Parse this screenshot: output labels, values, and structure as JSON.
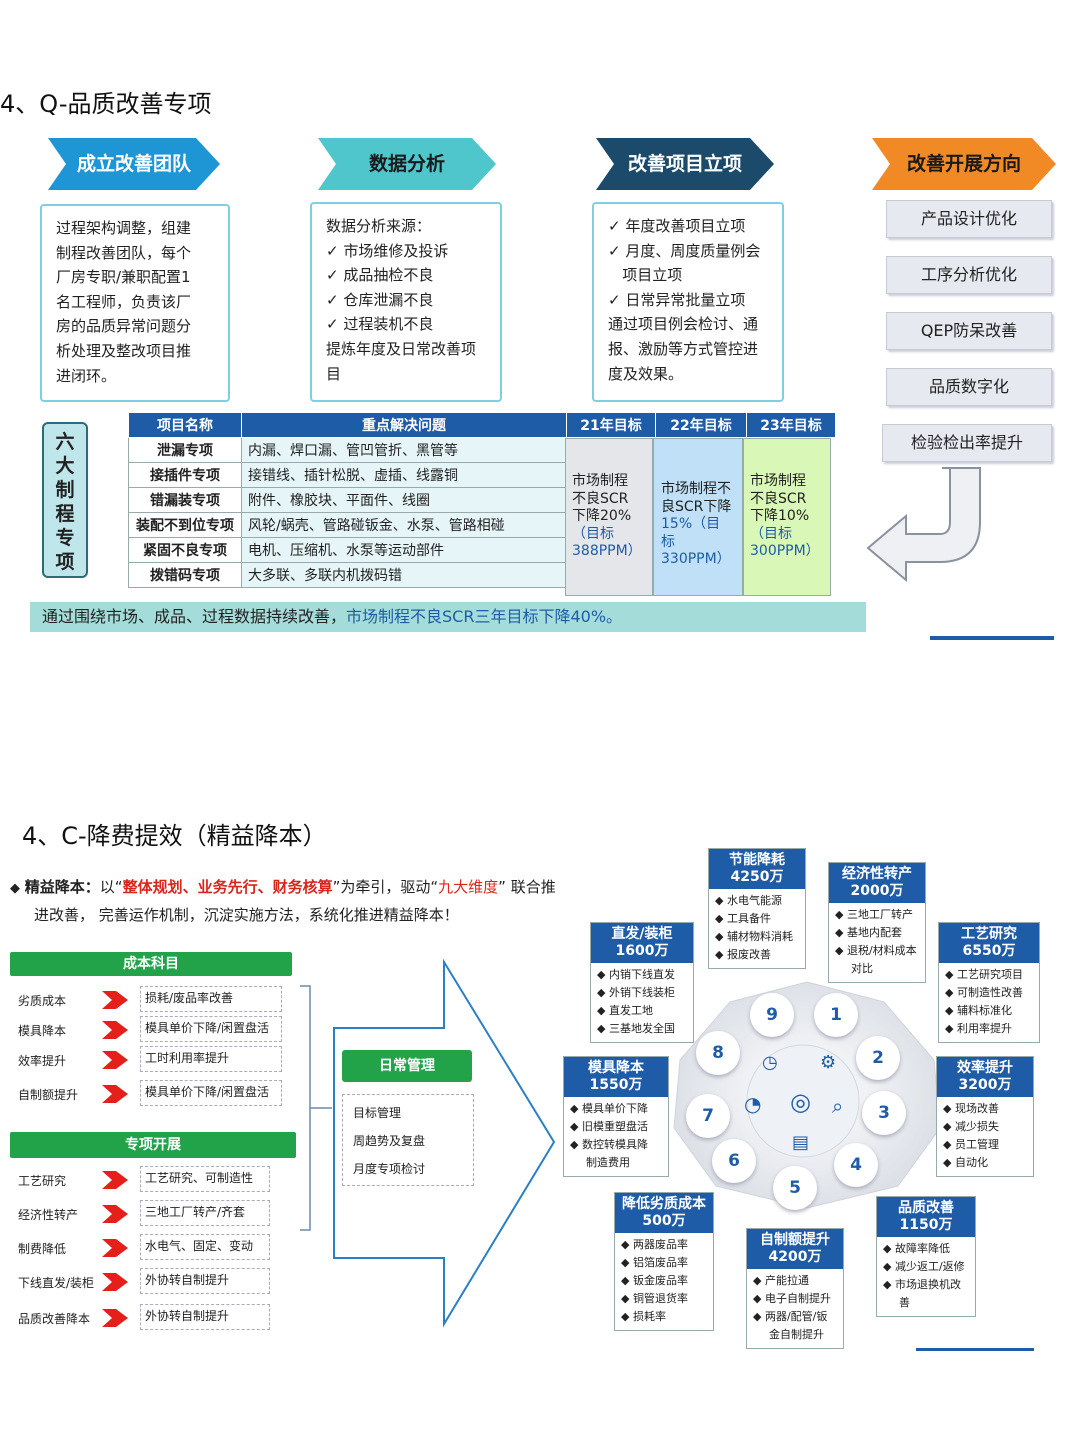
{
  "section1": {
    "title": "4、Q-品质改善专项",
    "banners": [
      {
        "label": "成立改善团队",
        "color": "#1e96d6",
        "text_color": "#ffffff"
      },
      {
        "label": "数据分析",
        "color": "#4fc6cc",
        "text_color": "#1a1a1a"
      },
      {
        "label": "改善项目立项",
        "color": "#1b4a6b",
        "text_color": "#ffffff"
      },
      {
        "label": "改善开展方向",
        "color": "#f18a24",
        "text_color": "#1a1a1a"
      }
    ],
    "box1": [
      "过程架构调整，组建",
      "制程改善团队，每个",
      "厂房专职/兼职配置1",
      "名工程师，负责该厂",
      "房的品质异常问题分",
      "析处理及整改项目推",
      "进闭环。"
    ],
    "box2": [
      "数据分析来源：",
      "✓ 市场维修及投诉",
      "✓ 成品抽检不良",
      "✓ 仓库泄漏不良",
      "✓ 过程装机不良",
      "提炼年度及日常改善项",
      "目"
    ],
    "box3": [
      "✓ 年度改善项目立项",
      "✓ 月度、周度质量例会",
      "   项目立项",
      "✓ 日常异常批量立项",
      "通过项目例会检讨、通",
      "报、激励等方式管控进",
      "度及效果。"
    ],
    "directions": [
      "产品设计优化",
      "工序分析优化",
      "QEP防呆改善",
      "品质数字化",
      "检验检出率提升"
    ],
    "vertical_label": [
      "六",
      "大",
      "制",
      "程",
      "专",
      "项"
    ],
    "table": {
      "headers": [
        "项目名称",
        "重点解决问题",
        "21年目标",
        "22年目标",
        "23年目标"
      ],
      "rows": [
        [
          "泄漏专项",
          "内漏、焊口漏、管凹管折、黑管等"
        ],
        [
          "接插件专项",
          "接错线、插针松脱、虚插、线露铜"
        ],
        [
          "错漏装专项",
          "附件、橡胶块、平面件、线圈"
        ],
        [
          "装配不到位专项",
          "风轮/蜗壳、管路碰钣金、水泵、管路相碰"
        ],
        [
          "紧固不良专项",
          "电机、压缩机、水泵等运动部件"
        ],
        [
          "拨错码专项",
          "大多联、多联内机拨码错"
        ]
      ],
      "target21": [
        "市场制程",
        "不良SCR",
        "下降20%",
        "（目标",
        "388PPM）"
      ],
      "target22": [
        "市场制程不",
        "良SCR下降",
        "15%（目",
        "标330PPM）"
      ],
      "target23": [
        "市场制程",
        "不良SCR",
        "下降10%",
        "（目标",
        "300PPM）"
      ]
    },
    "summary_pre": "通过围绕市场、成品、过程数据持续改善，",
    "summary_highlight": "市场制程不良SCR三年目标下降40%。"
  },
  "section2": {
    "title": "4、C-降费提效（精益降本）",
    "intro_bold": "精益降本：",
    "intro_a": "以“",
    "intro_red": "整体规划、业务先行、财务核算",
    "intro_b": "”为牵引，驱动“",
    "intro_red2": "九大维度",
    "intro_c": "” 联合推",
    "intro_line2": "进改善， 完善运作机制，沉淀实施方法，系统化推进精益降本！",
    "cost_header": "成本科目",
    "cost_items": [
      {
        "label": "劣质成本",
        "detail": "损耗/废品率改善"
      },
      {
        "label": "模具降本",
        "detail": "模具单价下降/闲置盘活"
      },
      {
        "label": "效率提升",
        "detail": "工时利用率提升"
      },
      {
        "label": "自制额提升",
        "detail": "模具单价下降/闲置盘活"
      }
    ],
    "special_header": "专项开展",
    "special_items": [
      {
        "label": "工艺研究",
        "detail": "工艺研究、可制造性"
      },
      {
        "label": "经济性转产",
        "detail": "三地工厂转产/齐套"
      },
      {
        "label": "制费降低",
        "detail": "水电气、固定、变动"
      },
      {
        "label": "下线直发/装柜",
        "detail": "外协转自制提升"
      },
      {
        "label": "品质改善降本",
        "detail": "外协转自制提升"
      }
    ],
    "daily_header": "日常管理",
    "daily_items": [
      "目标管理",
      "周趋势及复盘",
      "月度专项检讨"
    ],
    "wheel_numbers": [
      "1",
      "2",
      "3",
      "4",
      "5",
      "6",
      "7",
      "8",
      "9"
    ],
    "dimensions": [
      {
        "title": "节能降耗",
        "amount": "4250万",
        "items": [
          "水电气能源",
          "工具备件",
          "辅材物料消耗",
          "报废改善"
        ]
      },
      {
        "title": "经济性转产",
        "amount": "2000万",
        "items": [
          "三地工厂转产",
          "基地内配套",
          "退税/材料成本",
          "对比"
        ]
      },
      {
        "title": "直发/装柜",
        "amount": "1600万",
        "items": [
          "内销下线直发",
          "外销下线装柜",
          "直发工地",
          "三基地发全国"
        ]
      },
      {
        "title": "工艺研究",
        "amount": "6550万",
        "items": [
          "工艺研究项目",
          "可制造性改善",
          "辅料标准化",
          "利用率提升"
        ]
      },
      {
        "title": "模具降本",
        "amount": "1550万",
        "items": [
          "模具单价下降",
          "旧模重塑盘活",
          "数控转模具降",
          "制造费用"
        ]
      },
      {
        "title": "效率提升",
        "amount": "3200万",
        "items": [
          "现场改善",
          "减少损失",
          "员工管理",
          "自动化"
        ]
      },
      {
        "title": "降低劣质成本",
        "amount": "500万",
        "items": [
          "两器废品率",
          "铝箔废品率",
          "钣金废品率",
          "铜管退货率",
          "损耗率"
        ]
      },
      {
        "title": "自制额提升",
        "amount": "4200万",
        "items": [
          "产能拉通",
          "电子自制提升",
          "两器/配管/钣",
          "金自制提升"
        ]
      },
      {
        "title": "品质改善",
        "amount": "1150万",
        "items": [
          "故障率降低",
          "减少返工/返修",
          "市场退换机改",
          "善"
        ]
      }
    ]
  }
}
